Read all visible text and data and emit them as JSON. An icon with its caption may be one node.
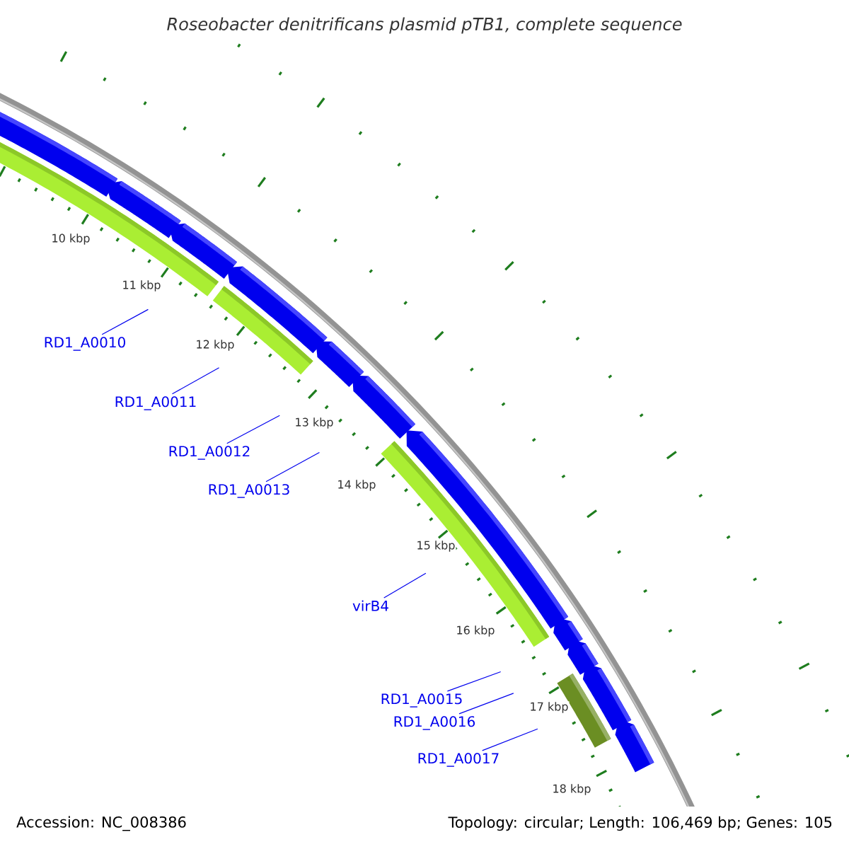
{
  "diagram": {
    "title": "Roseobacter denitrificans plasmid pTB1, complete sequence",
    "nodes": [
      {
        "text": [
          "RD1_A0010"
        ]
      },
      {
        "text": [
          "RD1_A0011"
        ]
      },
      {
        "text": [
          "RD1_A0012"
        ]
      },
      {
        "text": [
          "RD1_A0013"
        ]
      },
      {
        "text": [
          "virB4"
        ]
      },
      {
        "text": [
          "RD1_A0015"
        ]
      },
      {
        "text": [
          "RD1_A0016"
        ]
      },
      {
        "text": [
          "RD1_A0017"
        ]
      }
    ],
    "edges": [
      {
        "from": 0,
        "to": null,
        "arrow": "none"
      },
      {
        "from": 1,
        "to": null,
        "arrow": "none"
      },
      {
        "from": 2,
        "to": null,
        "arrow": "none"
      },
      {
        "from": 3,
        "to": null,
        "arrow": "none"
      },
      {
        "from": 4,
        "to": null,
        "arrow": "none"
      },
      {
        "from": 5,
        "to": null,
        "arrow": "none"
      },
      {
        "from": 6,
        "to": null,
        "arrow": "none"
      },
      {
        "from": 7,
        "to": null,
        "arrow": "none"
      }
    ],
    "labels": [
      "10 kbp",
      "11 kbp",
      "12 kbp",
      "13 kbp",
      "14 kbp",
      "15 kbp",
      "16 kbp",
      "17 kbp",
      "18 kbp",
      "Accession: NC_008386",
      "Topology: circular; Length: 106,469 bp; Genes: 105"
    ]
  }
}
